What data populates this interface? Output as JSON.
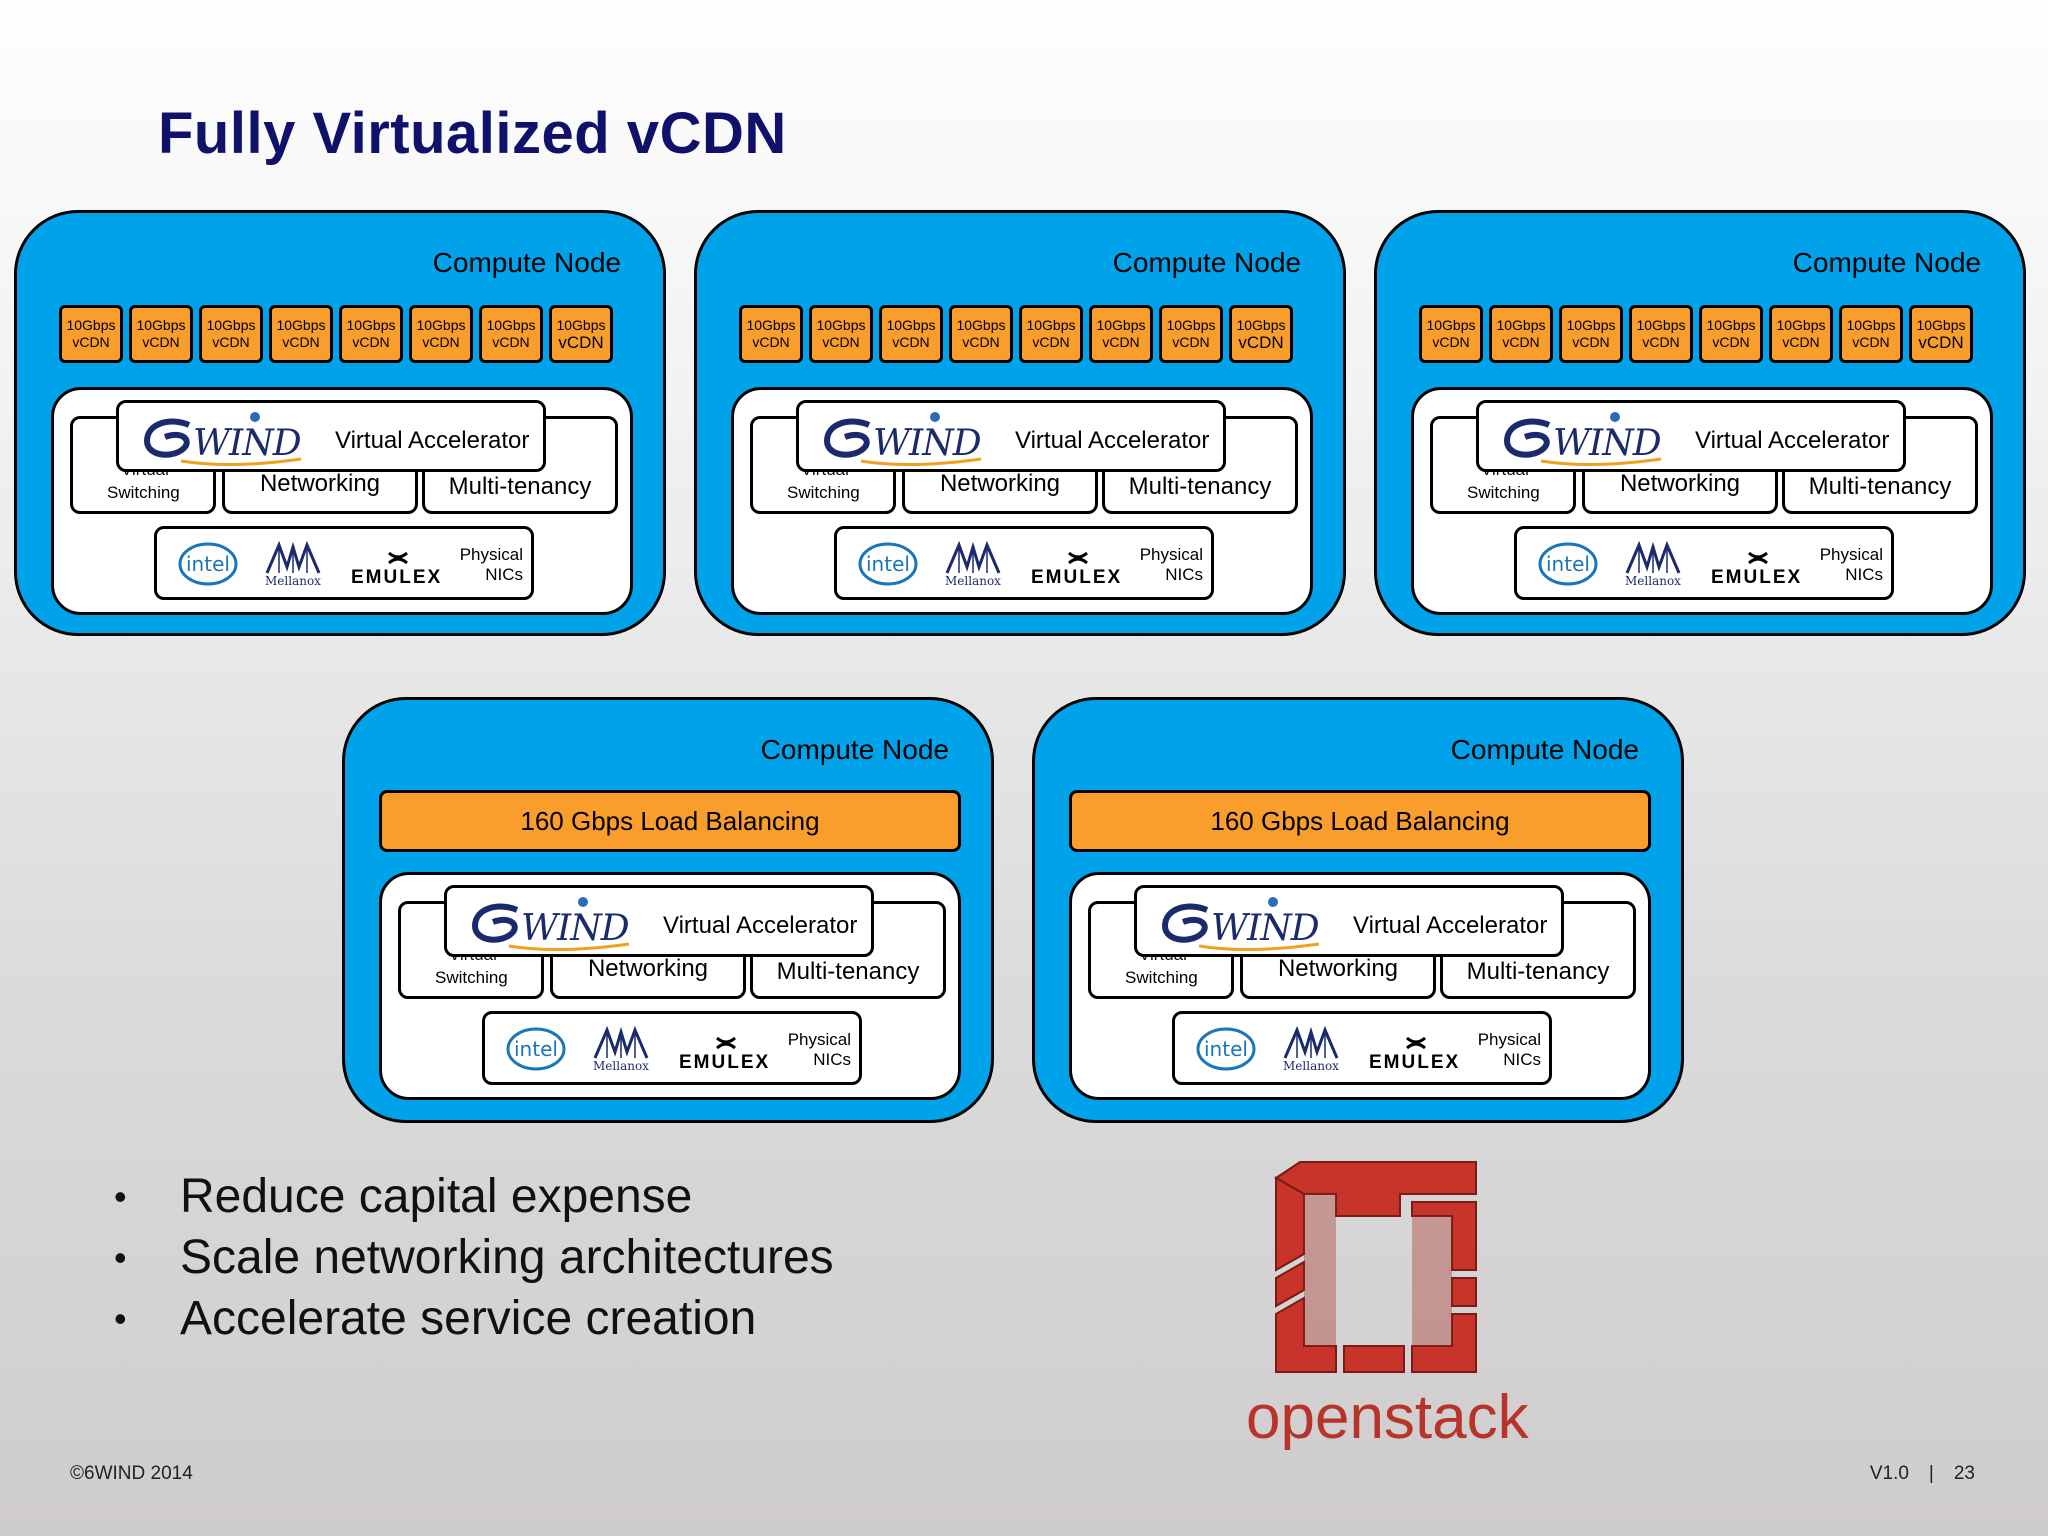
{
  "title": "Fully Virtualized vCDN",
  "node_label": "Compute Node",
  "vcdn": {
    "line1": "10Gbps",
    "line2": "vCDN"
  },
  "load_balancing": "160 Gbps Load Balancing",
  "stack": {
    "virtual_accelerator": "Virtual Accelerator",
    "virtual_switching_top": "Virtual",
    "virtual_switching_bottom": "Switching",
    "networking": "Networking",
    "multi_tenancy": "Multi-tenancy",
    "physical_nics_line1": "Physical",
    "physical_nics_line2": "NICs",
    "vendor_logos": [
      "intel",
      "Mellanox",
      "EMULEX"
    ]
  },
  "bullets": [
    "Reduce capital expense",
    "Scale networking architectures",
    "Accelerate service creation"
  ],
  "openstack_label": "openstack",
  "footer": {
    "copyright": "©6WIND 2014",
    "version": "V1.0",
    "separator": "|",
    "page": "23"
  },
  "colors": {
    "title": "#0f116b",
    "node": "#00a3e9",
    "vnf": "#f99d2d",
    "openstack": "#c0392b"
  }
}
